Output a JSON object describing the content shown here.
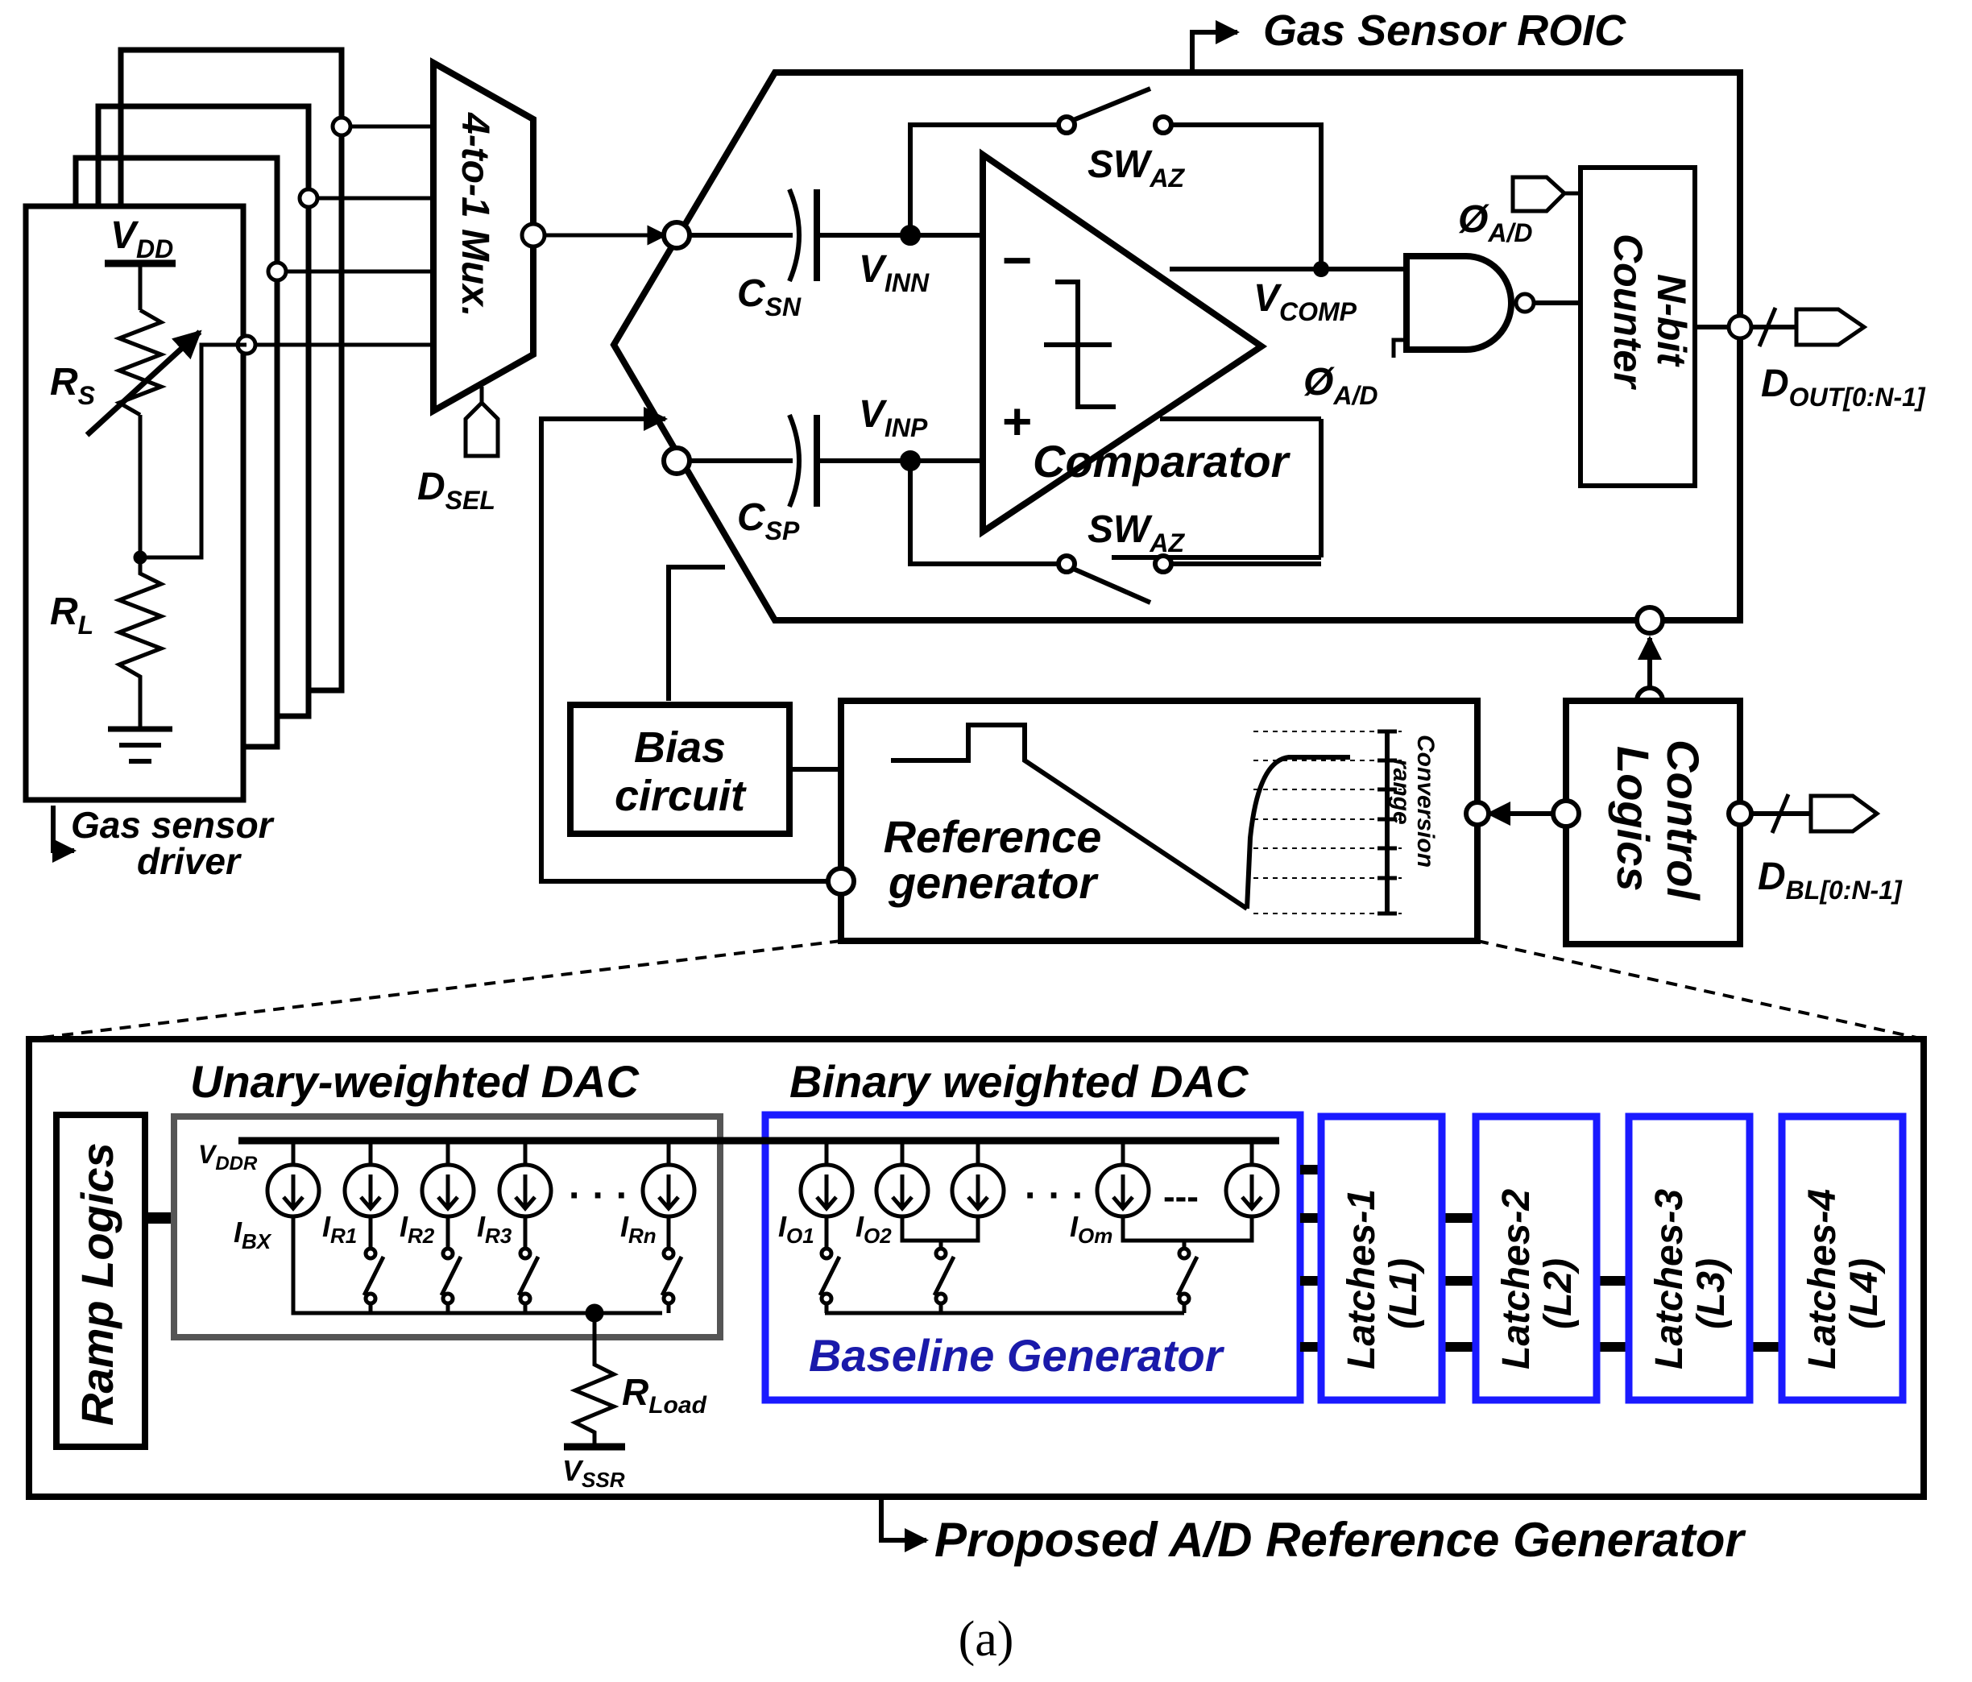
{
  "titles": {
    "roic": "Gas Sensor ROIC",
    "driver_line1": "Gas sensor",
    "driver_line2": "driver",
    "refgen": "Proposed A/D Reference Generator",
    "caption": "(a)"
  },
  "blocks": {
    "mux": "4-to-1 Mux.",
    "comparator": "Comparator",
    "counter_line1": "N-bit",
    "counter_line2": "Counter",
    "bias_line1": "Bias",
    "bias_line2": "circuit",
    "reference_line1": "Reference",
    "reference_line2": "generator",
    "conversion_line1": "Conversion",
    "conversion_line2": "range",
    "control_line1": "Control",
    "control_line2": "Logics",
    "ramp_logics": "Ramp Logics",
    "unary_dac": "Unary-weighted DAC",
    "binary_dac": "Binary weighted DAC",
    "baseline": "Baseline Generator",
    "latches": [
      {
        "line1": "Latches-1",
        "line2": "(L1)"
      },
      {
        "line1": "Latches-2",
        "line2": "(L2)"
      },
      {
        "line1": "Latches-3",
        "line2": "(L3)"
      },
      {
        "line1": "Latches-4",
        "line2": "(L4)"
      }
    ]
  },
  "labels": {
    "vdd": {
      "main": "V",
      "sub": "DD"
    },
    "rs": {
      "main": "R",
      "sub": "S"
    },
    "rl": {
      "main": "R",
      "sub": "L"
    },
    "dsel": {
      "main": "D",
      "sub": "SEL"
    },
    "csn": {
      "main": "C",
      "sub": "SN"
    },
    "csp": {
      "main": "C",
      "sub": "SP"
    },
    "vinn": {
      "main": "V",
      "sub": "INN"
    },
    "vinp": {
      "main": "V",
      "sub": "INP"
    },
    "vcomp": {
      "main": "V",
      "sub": "COMP"
    },
    "swaz_top": {
      "main": "SW",
      "sub": "AZ"
    },
    "swaz_bot": {
      "main": "SW",
      "sub": "AZ"
    },
    "phi_top": {
      "main": "Ø",
      "sub": "A/D"
    },
    "phi_bot": {
      "main": "Ø",
      "sub": "A/D"
    },
    "dout": {
      "main": "D",
      "sub": "OUT[0:N-1]"
    },
    "dbl": {
      "main": "D",
      "sub": "BL[0:N-1]"
    },
    "vddr": {
      "main": "V",
      "sub": "DDR"
    },
    "ibx": {
      "main": "I",
      "sub": "BX"
    },
    "ir1": {
      "main": "I",
      "sub": "R1"
    },
    "ir2": {
      "main": "I",
      "sub": "R2"
    },
    "ir3": {
      "main": "I",
      "sub": "R3"
    },
    "irn": {
      "main": "I",
      "sub": "Rn"
    },
    "io1": {
      "main": "I",
      "sub": "O1"
    },
    "io2": {
      "main": "I",
      "sub": "O2"
    },
    "iom": {
      "main": "I",
      "sub": "Om"
    },
    "rload": {
      "main": "R",
      "sub": "Load"
    },
    "vssr": {
      "main": "V",
      "sub": "SSR"
    },
    "minus": "−",
    "plus": "+",
    "ellipsis1": "· · ·",
    "ellipsis2": "· · ·",
    "dashes": "---"
  },
  "colors": {
    "ink": "#000000",
    "unary_box": "#555555",
    "binary_box": "#1a1aff",
    "baseline_text": "#1a1aaa"
  }
}
